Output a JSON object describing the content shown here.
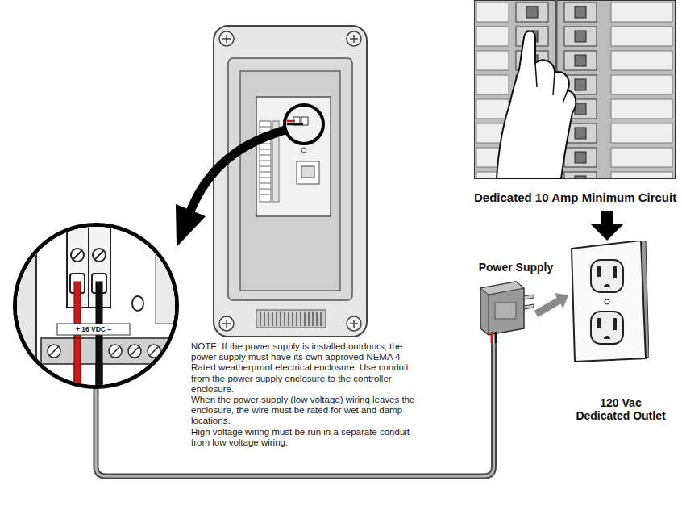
{
  "diagram": {
    "nodes": [
      {
        "text": [
          "+ 16 VDC –"
        ]
      },
      {
        "text": [
          "Dedicated 10 Amp Minimum Circuit"
        ]
      },
      {
        "text": [
          "Power Supply"
        ]
      },
      {
        "text": [
          "120 Vac Dedicated Outlet"
        ]
      }
    ],
    "edges": [
      {
        "from": 1,
        "to": 3,
        "arrow": "to"
      },
      {
        "from": 2,
        "to": 3,
        "arrow": "to"
      },
      {
        "from": 2,
        "to": 0,
        "arrow": "none"
      }
    ],
    "labels": [
      "NOTE: If the power supply is installed outdoors, the power supply must have its own approved NEMA 4 Rated weatherproof electrical enclosure. Use conduit from the power supply enclosure to the controller enclosure.",
      "When the power supply (low voltage) wiring leaves the enclosure, the wire must be rated for wet and damp locations.",
      "High voltage wiring must be run in a separate conduit from low voltage wiring."
    ]
  }
}
